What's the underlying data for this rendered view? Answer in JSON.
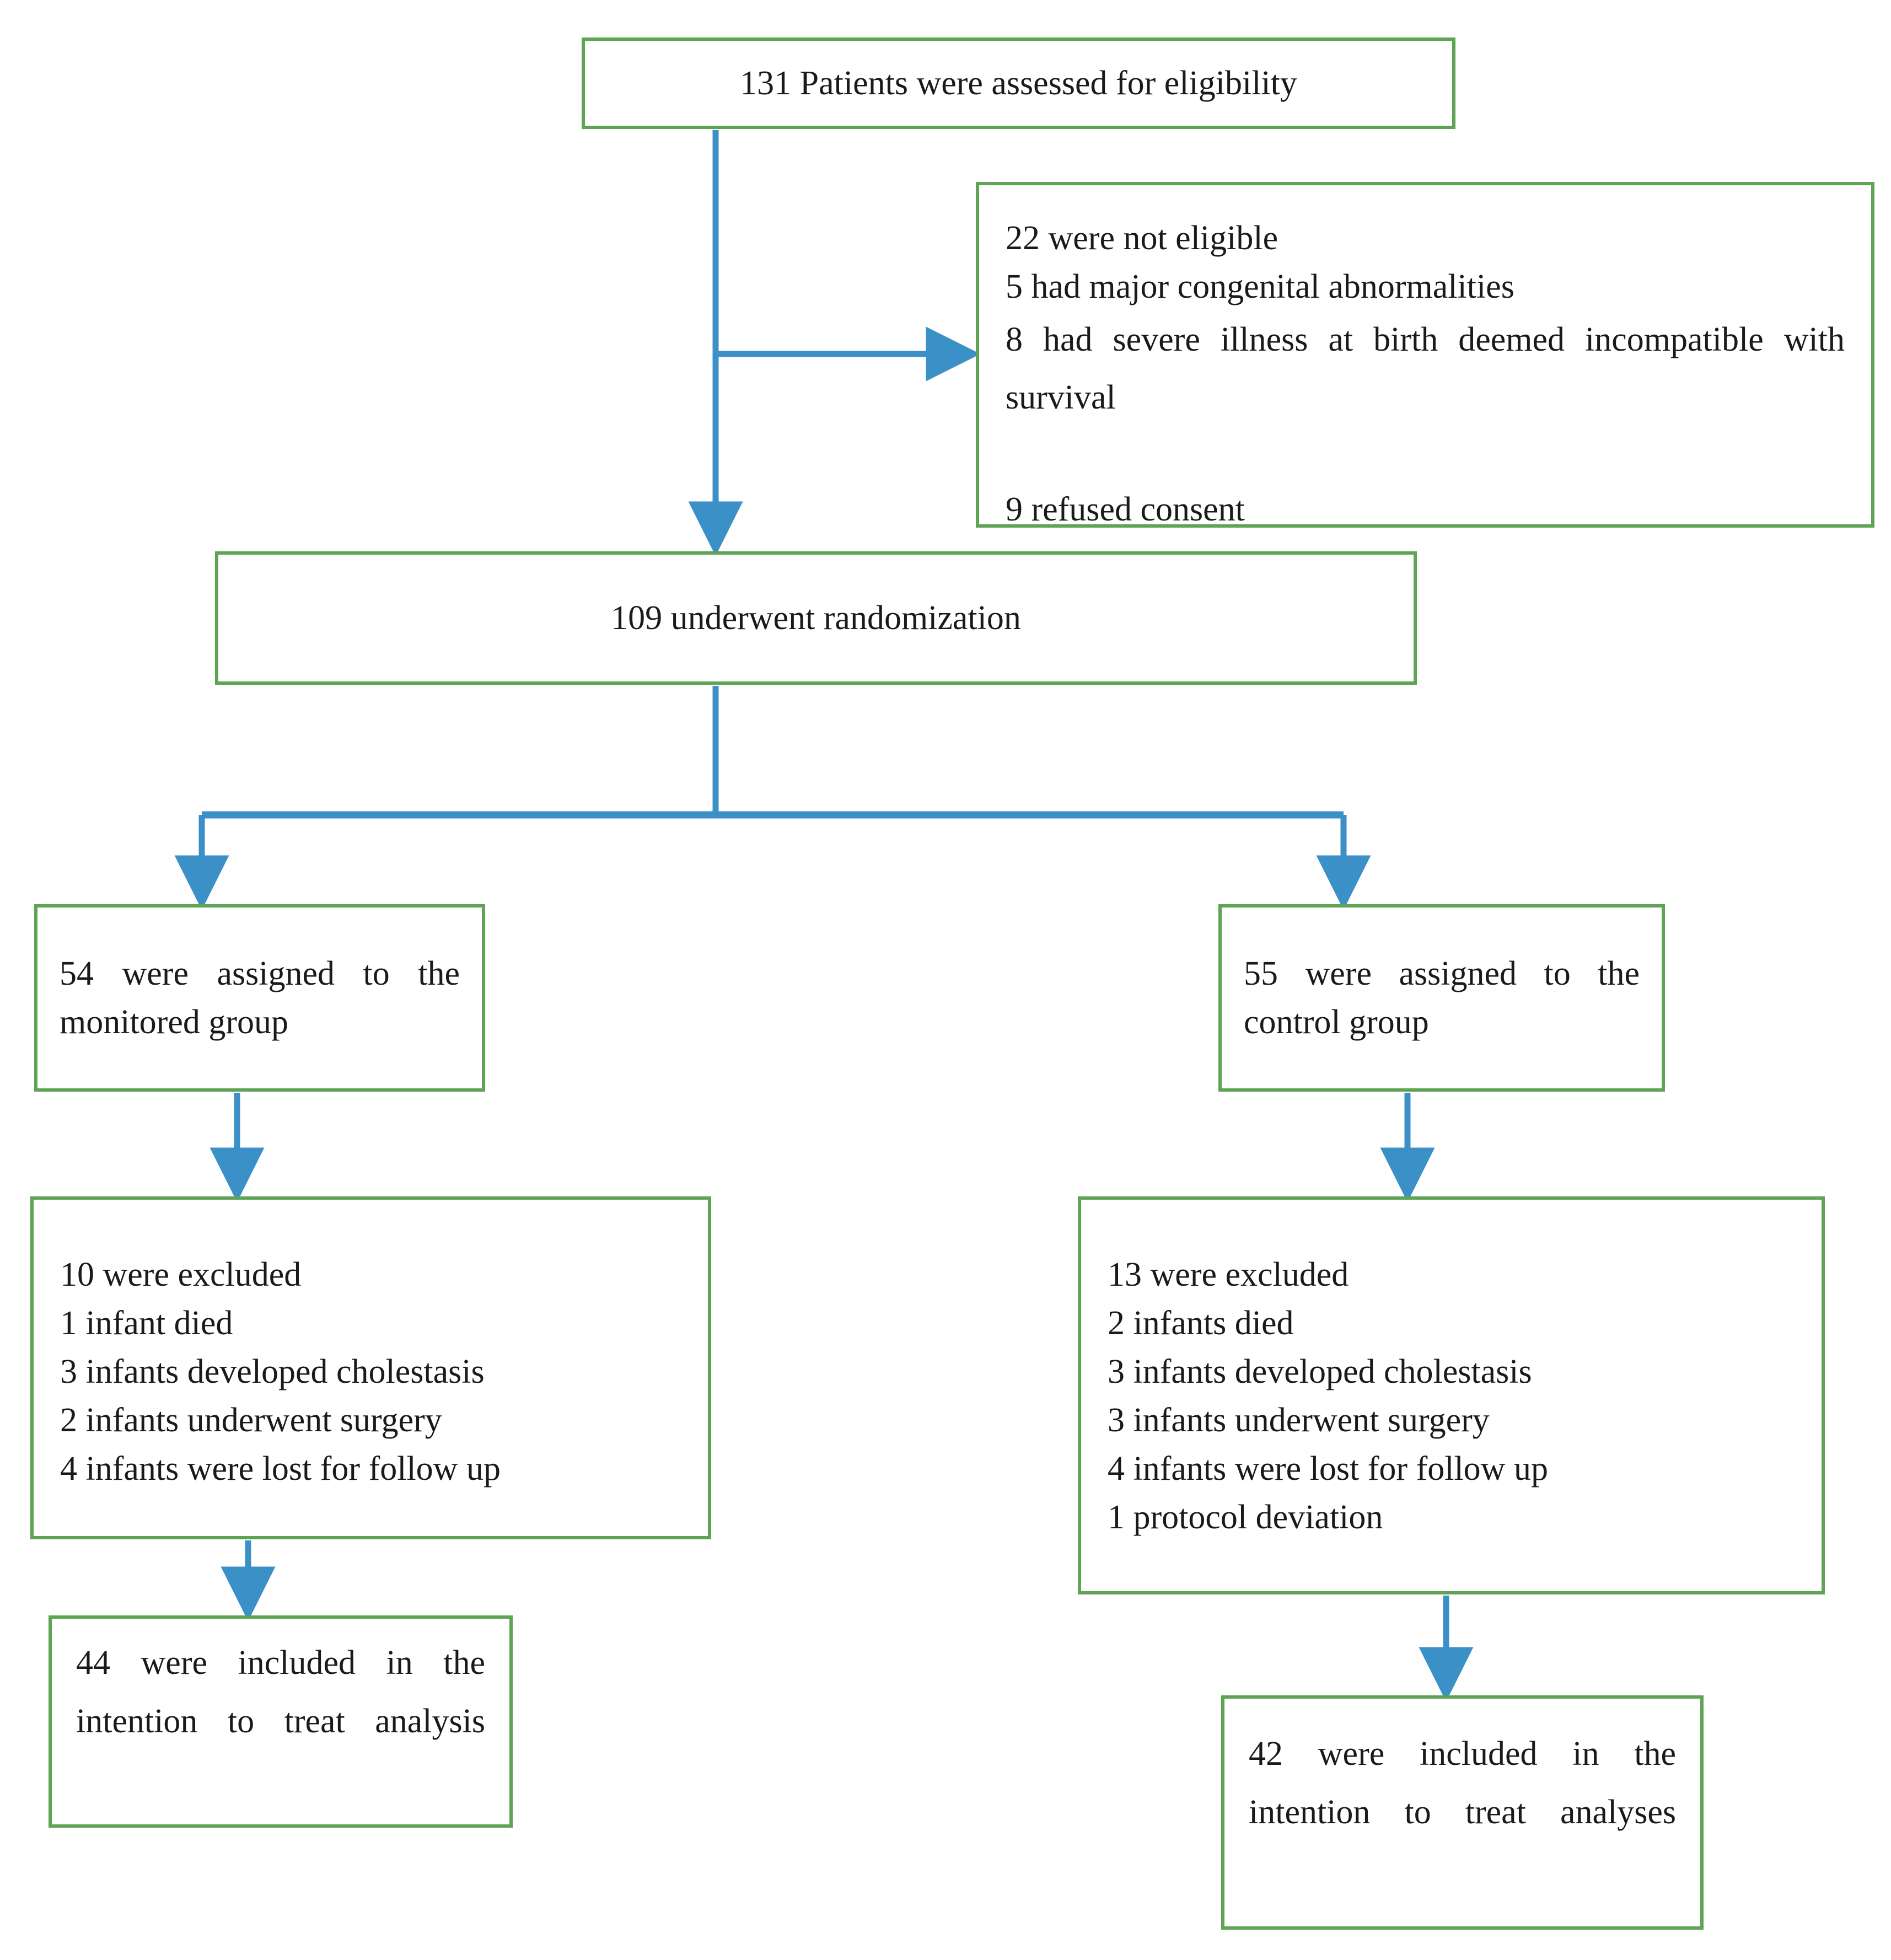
{
  "diagram": {
    "title": "CONSORT patient flow diagram",
    "colors": {
      "box_border": "#5FA355",
      "connector": "#3C90C8",
      "background": "#FFFFFF",
      "text": "#1A1A1A"
    },
    "nodes": {
      "enrollment": {
        "id": "assessed",
        "text": "131 Patients were assessed for eligibility",
        "count": 131
      },
      "excluded_before_randomization": {
        "id": "not-eligible",
        "lines": [
          "22 were not eligible",
          "5 had major congenital abnormalities",
          "8 had severe illness at birth deemed incompatible with survival",
          "9 refused consent"
        ],
        "total": 22
      },
      "randomized": {
        "id": "randomization",
        "text": "109 underwent randomization",
        "count": 109
      },
      "allocation_left": {
        "id": "monitored-group",
        "text": "54 were assigned to the monitored group",
        "count": 54,
        "group": "monitored"
      },
      "allocation_right": {
        "id": "control-group",
        "text": "55 were assigned to the control group",
        "count": 55,
        "group": "control"
      },
      "excluded_left": {
        "id": "monitored-exclusions",
        "lines": [
          "10 were excluded",
          "1 infant died",
          "3 infants developed cholestasis",
          "2 infants underwent surgery",
          "4 infants were lost for follow up"
        ],
        "total": 10
      },
      "excluded_right": {
        "id": "control-exclusions",
        "lines": [
          "13 were excluded",
          "2 infants died",
          "3 infants developed cholestasis",
          "3 infants underwent surgery",
          "4 infants were lost for follow up",
          "1 protocol deviation"
        ],
        "total": 13
      },
      "analysis_left": {
        "id": "monitored-analysis",
        "text": "44 were included in the intention to treat analysis",
        "count": 44
      },
      "analysis_right": {
        "id": "control-analysis",
        "text": "42 were included in the intention to treat analyses",
        "count": 42
      }
    }
  }
}
